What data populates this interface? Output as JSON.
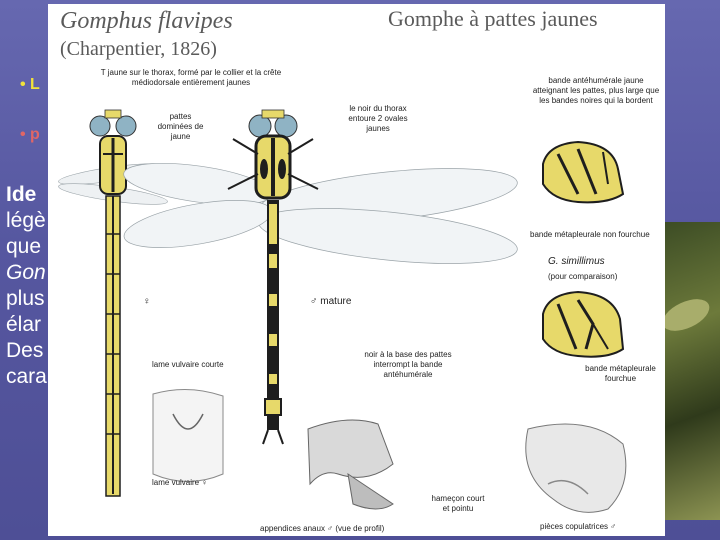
{
  "slide": {
    "bullet_1": "• L",
    "bullet_2": "• p",
    "paragraph": [
      "Ide",
      "légè",
      "que",
      "Gon",
      "plus",
      "élar",
      "Des",
      "cara"
    ]
  },
  "plate": {
    "scientific_name": "Gomphus flavipes",
    "author": "(Charpentier, 1826)",
    "french_name": "Gomphe à pattes jaunes",
    "labels": {
      "thorax_t": "T jaune sur le thorax, formé par le collier et la crête médiodorsale entièrement jaunes",
      "legs": "pattes dominées de jaune",
      "thorax_black": "le noir du thorax entoure 2 ovales jaunes",
      "antehumeral": "bande antéhumérale jaune atteignant les pattes, plus large que les bandes noires qui la bordent",
      "metapleural_unforked": "bande métapleurale non fourchue",
      "comparison_species": "G. simillimus",
      "comparison_note": "(pour comparaison)",
      "female_symbol": "♀",
      "male_mature": "♂ mature",
      "short_lamina": "lame vulvaire courte",
      "black_base": "noir à la base des pattes interrompt la bande antéhumérale",
      "metapleural_forked": "bande métapleurale fourchue",
      "lamina_female": "lame vulvaire ♀",
      "short_hook": "hameçon court et pointu",
      "anal_appendages": "appendices anaux ♂ (vue de profil)",
      "copulatory_parts": "pièces copulatrices ♂"
    }
  },
  "colors": {
    "background": "#5a5ba3",
    "bullet_yellow": "#f1e23b",
    "bullet_red": "#e06666",
    "dragonfly_yellow": "#e7d96a",
    "dragonfly_black": "#1e1e1e",
    "eye_blue": "#8fb3c4"
  }
}
